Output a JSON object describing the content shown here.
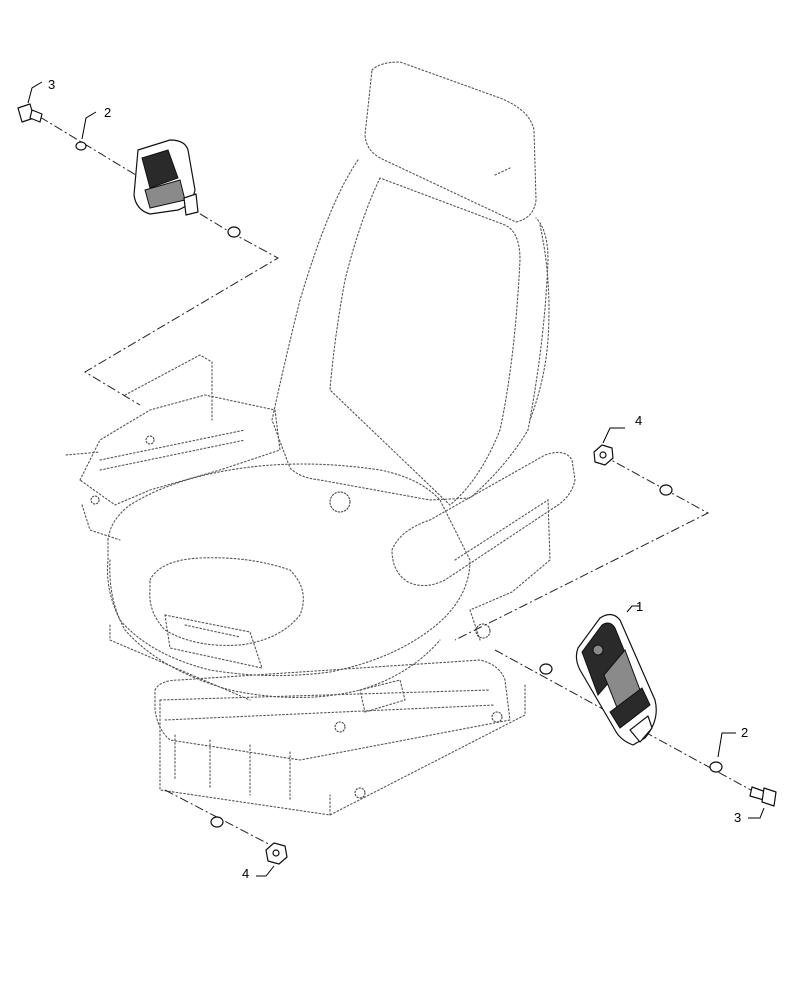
{
  "callouts": {
    "seat_belt_buckle": "1",
    "washer_right": "2",
    "bolt_right": "3",
    "nut_right": "4",
    "washer_left": "2",
    "bolt_left": "3",
    "nut_bottom": "4"
  }
}
